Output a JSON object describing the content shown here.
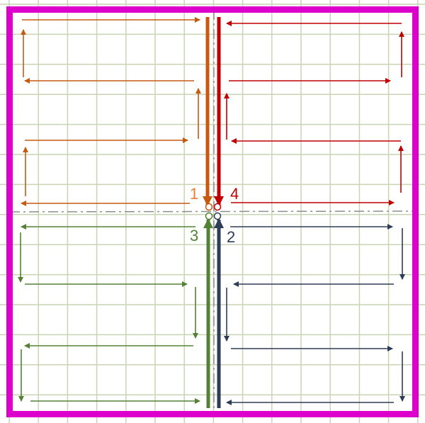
{
  "colors": {
    "border": "#DD00CC",
    "grid": "#C9D4B5",
    "axis": "#8E8E8E",
    "q1": "#C55A11",
    "q2": "#2E3D55",
    "q3": "#548235",
    "q4": "#C00000"
  },
  "labels": {
    "q1": "1",
    "q2": "2",
    "q3": "3",
    "q4": "4"
  }
}
